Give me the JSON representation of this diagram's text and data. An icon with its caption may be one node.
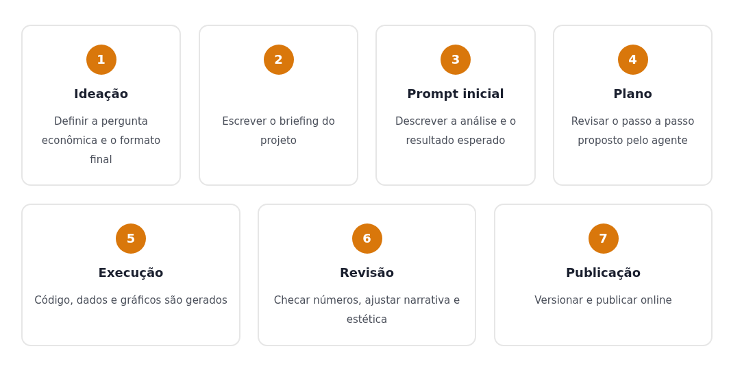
{
  "diagram": {
    "nodes": [
      {
        "text": [
          "Ideação",
          "Definir a pergunta econômica e o formato final"
        ]
      },
      {
        "text": [
          "1"
        ],
        "in": 0
      },
      {
        "text": [
          "Escrever o briefing do projeto"
        ]
      },
      {
        "text": [
          "2"
        ],
        "in": 2
      },
      {
        "text": [
          "Prompt inicial",
          "Descrever a análise e o resultado esperado"
        ]
      },
      {
        "text": [
          "3"
        ],
        "in": 4
      },
      {
        "text": [
          "Plano",
          "Revisar o passo a passo proposto pelo agente"
        ]
      },
      {
        "text": [
          "4"
        ],
        "in": 6
      },
      {
        "text": [
          "Execução",
          "Código, dados e gráficos são gerados"
        ]
      },
      {
        "text": [
          "5"
        ],
        "in": 8
      },
      {
        "text": [
          "Revisão",
          "Checar números, ajustar narrativa e estética"
        ]
      },
      {
        "text": [
          "6"
        ],
        "in": 10
      },
      {
        "text": [
          "Publicação",
          "Versionar e publicar online"
        ]
      },
      {
        "text": [
          "7"
        ],
        "in": 12
      }
    ]
  }
}
